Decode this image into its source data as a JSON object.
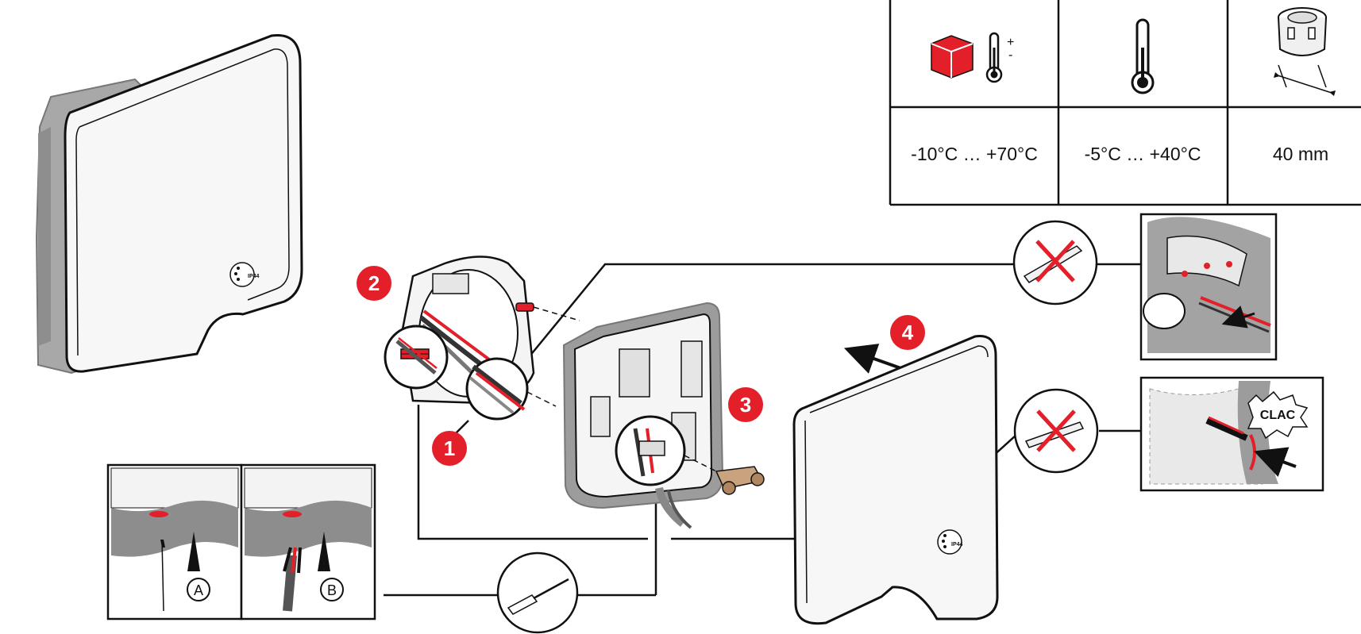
{
  "specs": {
    "storage_temp": "-10°C … +70°C",
    "operating_temp": "-5°C … +40°C",
    "box_depth": "40 mm",
    "thermo_plus": "+",
    "thermo_minus": "-"
  },
  "steps": [
    "1",
    "2",
    "3",
    "4"
  ],
  "sublabels": {
    "a": "A",
    "b": "B"
  },
  "rating_mark": "IP44",
  "sound_effect": "CLAC",
  "icons": [
    "package-icon",
    "thermometer-icon",
    "junction-box-icon",
    "screwdriver-icon",
    "forbidden-tool-icon",
    "arrow-icon"
  ],
  "colors": {
    "accent": "#e3202a",
    "line": "#111111",
    "housing": "#f7f7f7",
    "gasket": "#9c9c9c"
  }
}
